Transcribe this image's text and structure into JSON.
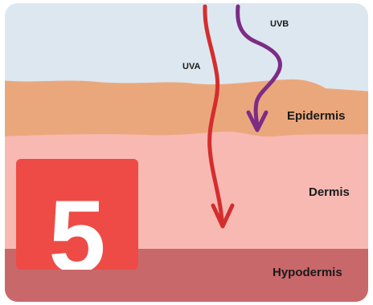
{
  "rays": {
    "uva": {
      "label": "UVA",
      "color": "#d52d2e"
    },
    "uvb": {
      "label": "UVB",
      "color": "#7d2c86"
    }
  },
  "layers": {
    "sky": {
      "color": "#dde7f0"
    },
    "epidermis": {
      "label": "Epidermis",
      "color": "#eba77c"
    },
    "dermis": {
      "label": "Dermis",
      "color": "#f8b9b3"
    },
    "hypodermis": {
      "label": "Hypodermis",
      "color": "#c9686b"
    }
  },
  "badge": {
    "number": "5",
    "color": "#ee4b46"
  }
}
